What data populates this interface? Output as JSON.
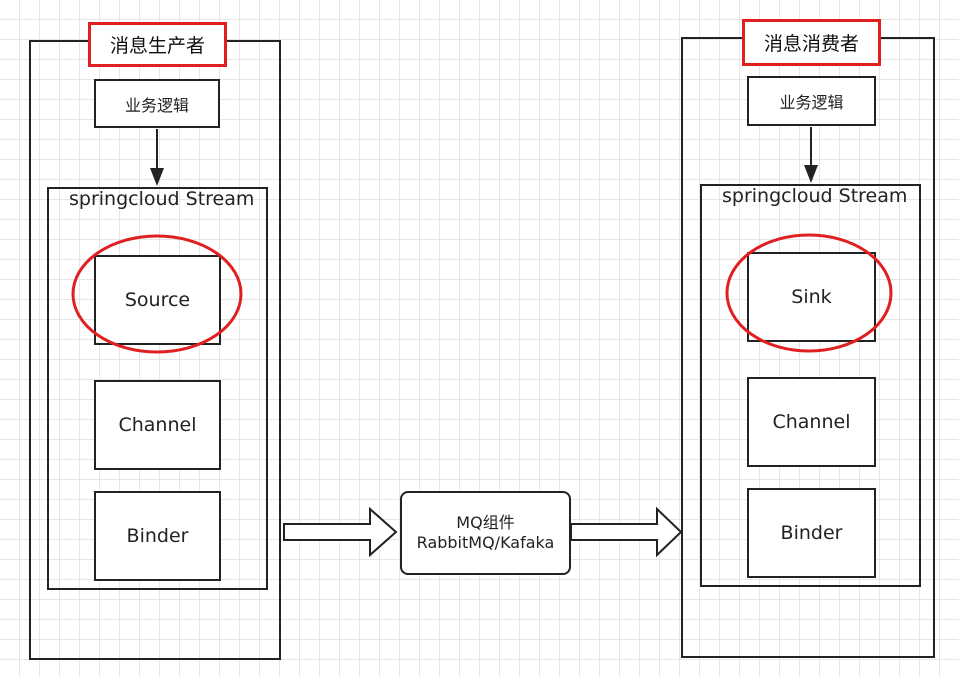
{
  "producer": {
    "title": "消息生产者",
    "business_logic": "业务逻辑",
    "stream_title": "springcloud Stream",
    "components": [
      "Source",
      "Channel",
      "Binder"
    ]
  },
  "consumer": {
    "title": "消息消费者",
    "business_logic": "业务逻辑",
    "stream_title": "springcloud Stream",
    "components": [
      "Sink",
      "Channel",
      "Binder"
    ]
  },
  "middleware": {
    "line1": "MQ组件",
    "line2": "RabbitMQ/Kafaka"
  },
  "colors": {
    "highlight": "#e02020",
    "stroke": "#222222",
    "grid": "#e6e6e6"
  }
}
